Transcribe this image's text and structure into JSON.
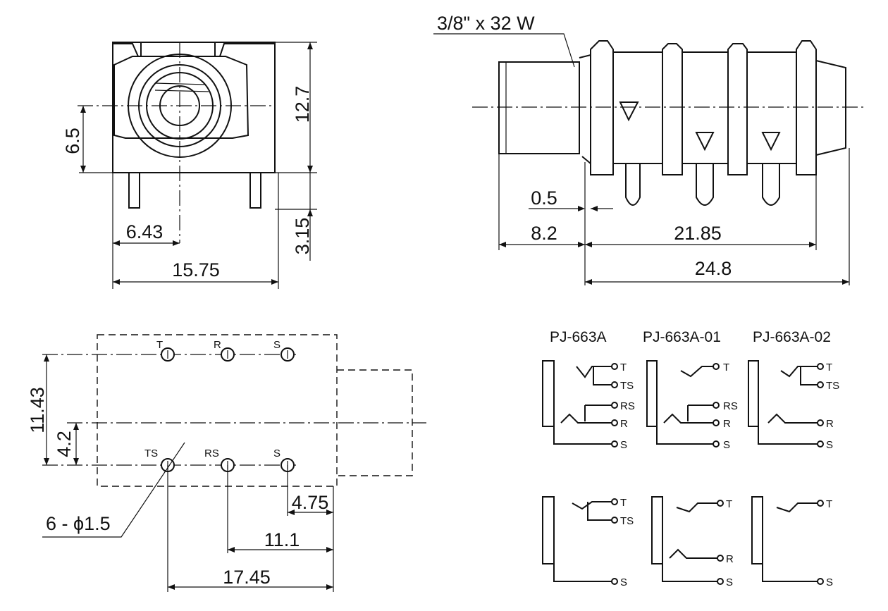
{
  "front_view": {
    "dim_height": "12.7",
    "dim_center": "6.5",
    "dim_pin_offset": "6.43",
    "dim_width": "15.75",
    "dim_pin_length": "3.15"
  },
  "side_view": {
    "thread": "3/8\" x 32 W",
    "dim_gap": "0.5",
    "dim_nose": "8.2",
    "dim_body": "21.85",
    "dim_total": "24.8"
  },
  "bottom_view": {
    "pins_top": [
      "T",
      "R",
      "S"
    ],
    "pins_bottom": [
      "TS",
      "RS",
      "S"
    ],
    "dim_row_spacing": "11.43",
    "dim_center_offset": "4.2",
    "dim_hole": "6 - ϕ1.5",
    "dim_edge": "4.75",
    "dim_mid": "11.1",
    "dim_total": "17.45"
  },
  "schematics": {
    "models": [
      "PJ-663A",
      "PJ-663A-01",
      "PJ-663A-02"
    ],
    "row1": [
      [
        "T",
        "TS",
        "RS",
        "R",
        "S"
      ],
      [
        "T",
        "RS",
        "R",
        "S"
      ],
      [
        "T",
        "TS",
        "R",
        "S"
      ]
    ],
    "row2": [
      [
        "T",
        "TS",
        "S"
      ],
      [
        "T",
        "R",
        "S"
      ],
      [
        "T",
        "S"
      ]
    ]
  }
}
